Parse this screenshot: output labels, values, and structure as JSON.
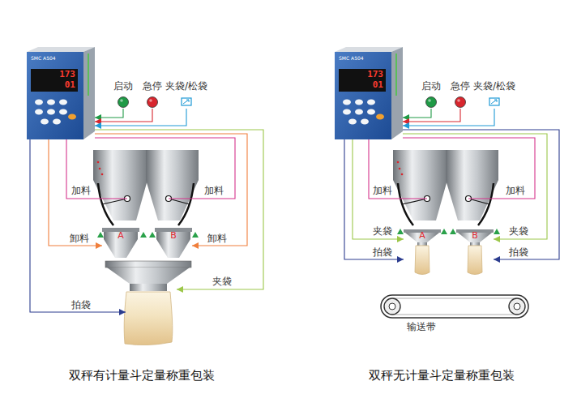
{
  "diagram": {
    "nodes": [
      {
        "text": [
          "SMC A504",
          "173",
          "01"
        ]
      },
      {
        "text": [
          "启动"
        ]
      },
      {
        "text": [
          "急停"
        ]
      },
      {
        "text": [
          "夹袋/松袋"
        ]
      },
      {
        "text": [
          "A"
        ]
      },
      {
        "text": [
          "B"
        ]
      },
      {
        "text": [
          "SMC A504",
          "173",
          "01"
        ]
      },
      {
        "text": [
          "启动"
        ]
      },
      {
        "text": [
          "急停"
        ]
      },
      {
        "text": [
          "夹袋/松袋"
        ]
      },
      {
        "text": [
          "A"
        ]
      },
      {
        "text": [
          "B"
        ]
      },
      {
        "text": [
          "输送带"
        ]
      }
    ],
    "edges": [
      {
        "from": 1,
        "to": 0,
        "arrow": "to"
      },
      {
        "from": 2,
        "to": 0,
        "arrow": "to"
      },
      {
        "from": 3,
        "to": 0,
        "arrow": "to"
      },
      {
        "from": 0,
        "to": 4,
        "label": "卸料",
        "arrow": "to"
      },
      {
        "from": 0,
        "to": 5,
        "label": "卸料",
        "arrow": "to"
      },
      {
        "from": 7,
        "to": 6,
        "arrow": "to"
      },
      {
        "from": 8,
        "to": 6,
        "arrow": "to"
      },
      {
        "from": 9,
        "to": 6,
        "arrow": "to"
      },
      {
        "from": 6,
        "to": 10,
        "label": "夹袋",
        "arrow": "to"
      },
      {
        "from": 6,
        "to": 11,
        "label": "夹袋",
        "arrow": "to"
      },
      {
        "from": 6,
        "to": 10,
        "label": "拍袋",
        "arrow": "to"
      },
      {
        "from": 6,
        "to": 11,
        "label": "拍袋",
        "arrow": "to"
      }
    ],
    "labels": [
      "加料",
      "加料",
      "夹袋",
      "拍袋",
      "加料",
      "加料",
      "双秤有计量斗定量称重包装",
      "双秤无计量斗定量称重包装"
    ]
  }
}
